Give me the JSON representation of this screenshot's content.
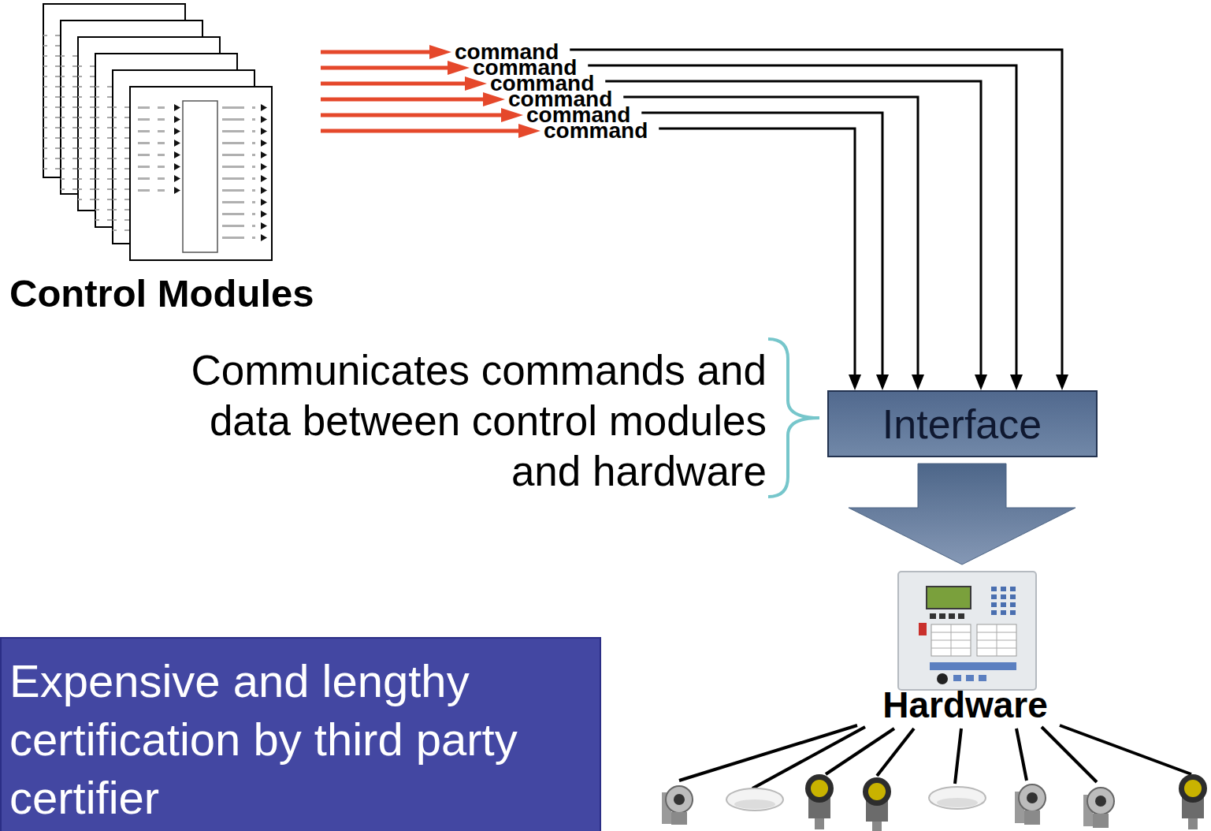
{
  "diagram": {
    "nodes": [
      {
        "text": [
          "Control Modules"
        ]
      },
      {
        "text": [
          "Interface"
        ]
      },
      {
        "text": [
          "Hardware"
        ]
      },
      {
        "text": [
          "Expensive and lengthy certification by third party certifier"
        ]
      }
    ],
    "edges": [
      {
        "from": 0,
        "to": 1,
        "arrow": "to",
        "label": "command"
      },
      {
        "from": 0,
        "to": 1,
        "arrow": "to",
        "label": "command"
      },
      {
        "from": 0,
        "to": 1,
        "arrow": "to",
        "label": "command"
      },
      {
        "from": 0,
        "to": 1,
        "arrow": "to",
        "label": "command"
      },
      {
        "from": 0,
        "to": 1,
        "arrow": "to",
        "label": "command"
      },
      {
        "from": 0,
        "to": 1,
        "arrow": "to",
        "label": "command"
      },
      {
        "from": 1,
        "to": 2,
        "arrow": "to"
      }
    ],
    "labels": [
      "Communicates commands and data between control modules and hardware"
    ]
  }
}
